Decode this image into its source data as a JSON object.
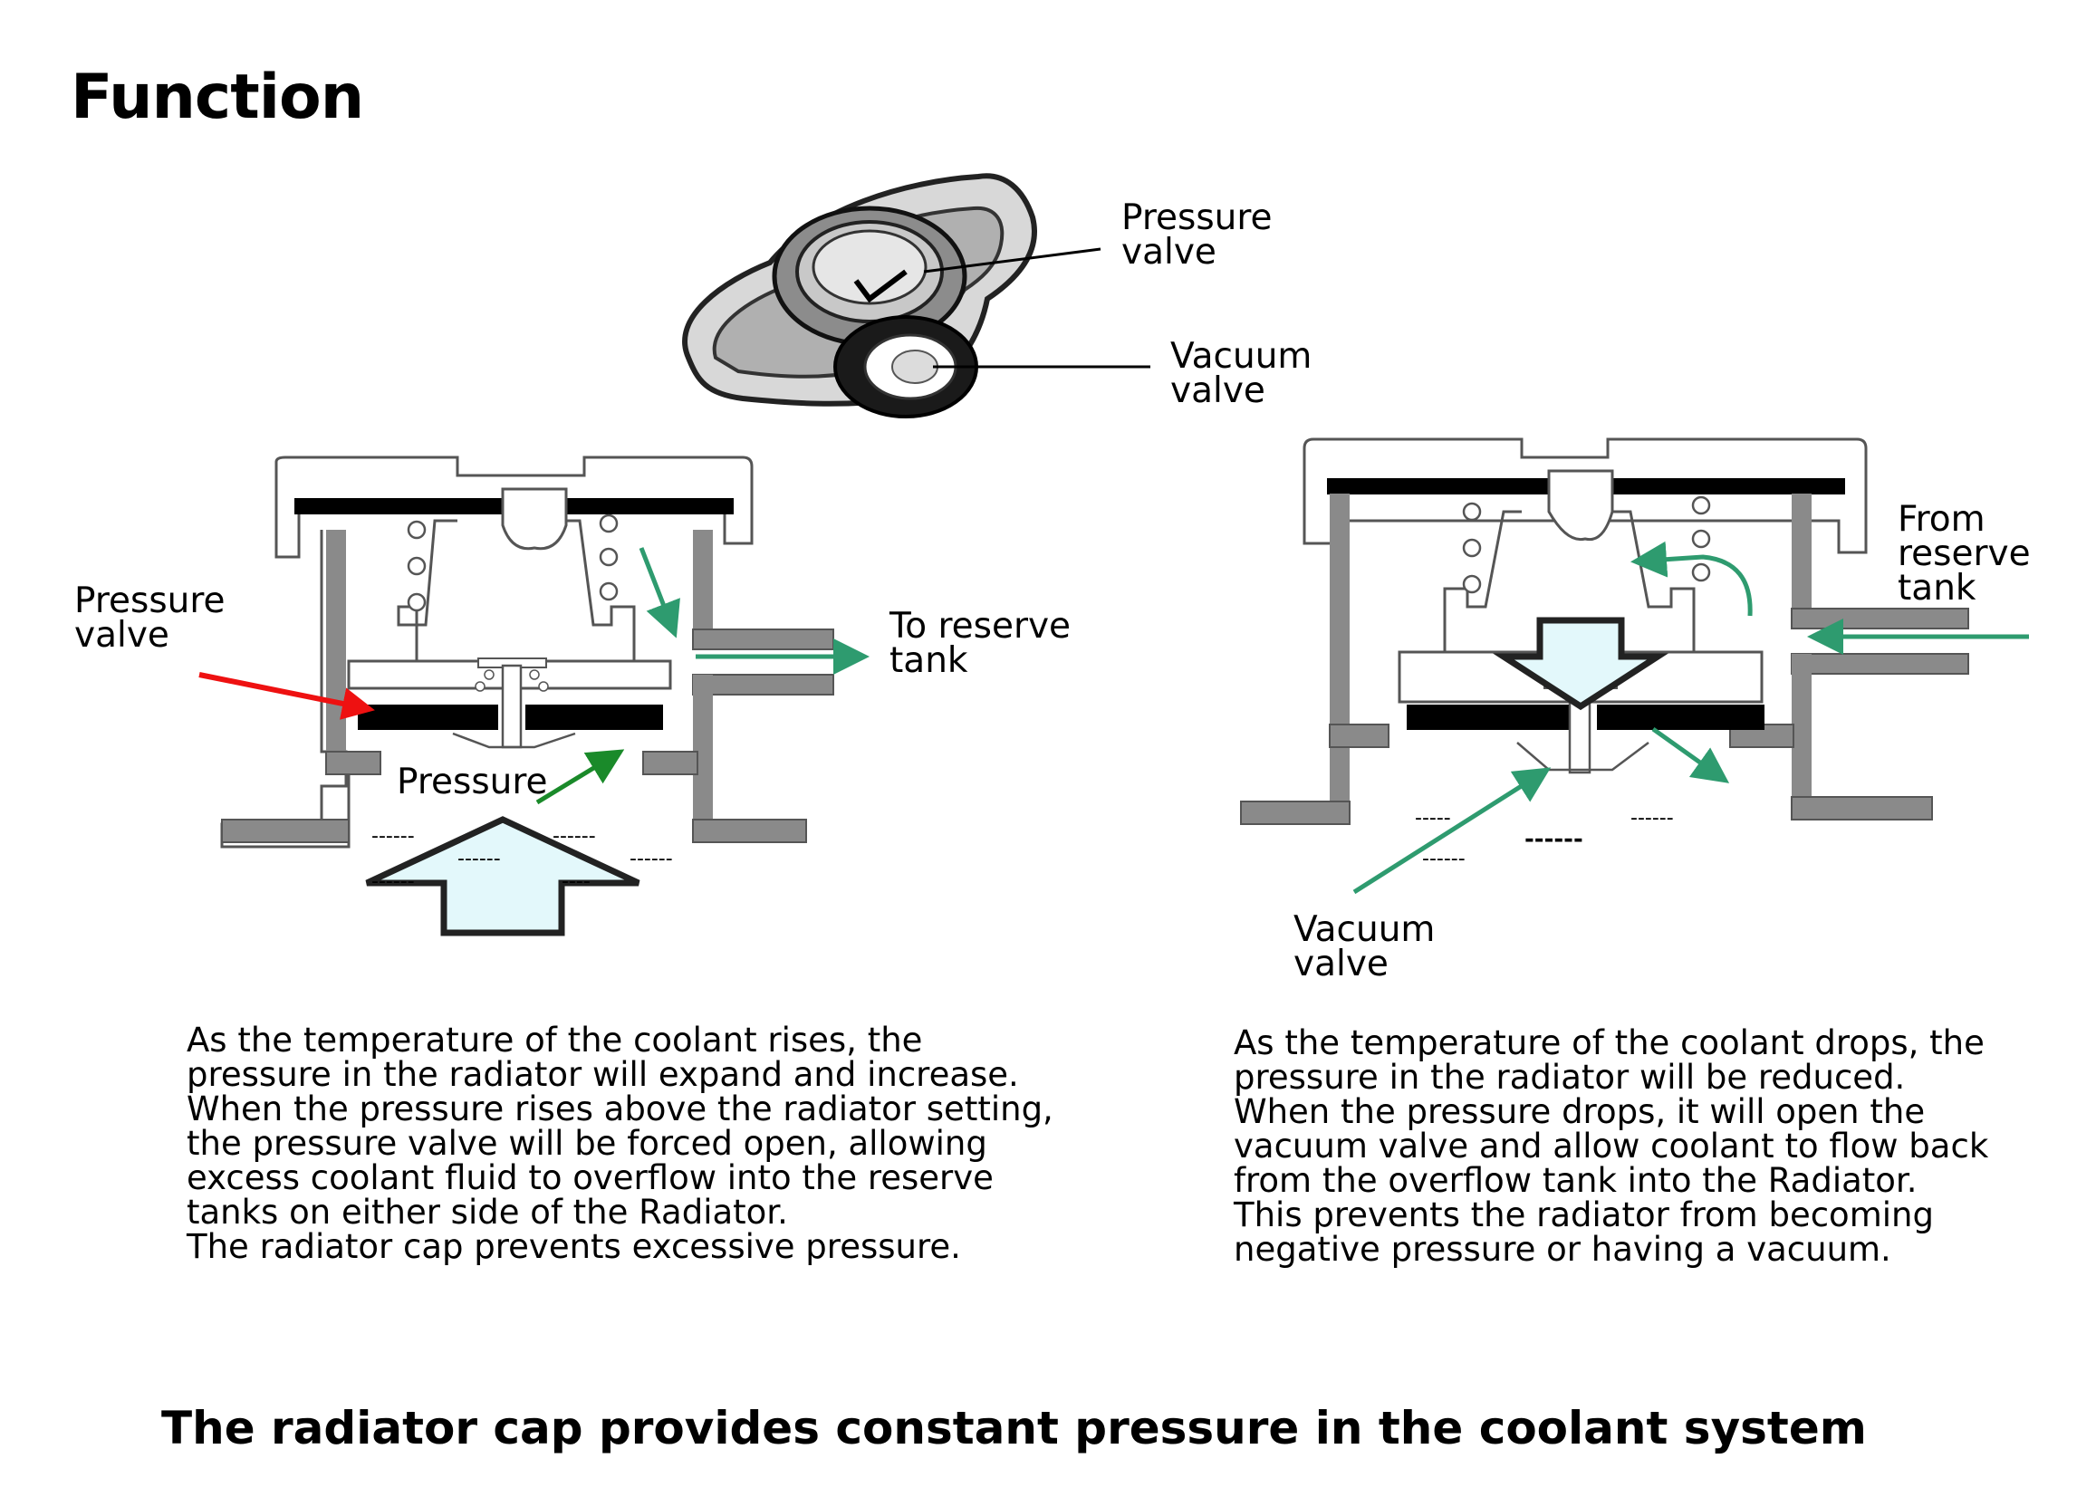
{
  "slide": {
    "title": "Function",
    "footer": "The radiator cap provides constant pressure in the coolant system"
  },
  "cap_illustration": {
    "label_pressure_valve": "Pressure\nvalve",
    "label_vacuum_valve": "Vacuum\nvalve"
  },
  "left_diagram": {
    "label_pressure_valve": "Pressure\nvalve",
    "label_to_reserve_tank": "To reserve\ntank",
    "label_pressure": "Pressure",
    "description": "As the temperature of the coolant rises, the\npressure in the radiator will expand and increase.\nWhen the pressure rises above the radiator setting,\nthe pressure valve will be forced open, allowing\nexcess coolant fluid to overflow into the reserve\ntanks on either side of the Radiator.\nThe radiator cap prevents excessive pressure."
  },
  "right_diagram": {
    "label_from_reserve_tank": "From\nreserve\ntank",
    "label_vacuum_valve": "Vacuum\nvalve",
    "description": "As the temperature of the coolant drops, the\npressure in the radiator will be reduced.\nWhen the pressure drops, it will open the\nvacuum valve and allow coolant to flow back\nfrom the overflow tank into the Radiator.\nThis prevents the radiator from becoming\nnegative pressure or having a vacuum."
  },
  "colors": {
    "flow_arrow": "#2e9b6f",
    "pressure_arrow": "#1a8a2a",
    "red_arrow": "#ee1111",
    "pipe_gray": "#7f7f7f",
    "light_blue": "#e3f8fb"
  }
}
